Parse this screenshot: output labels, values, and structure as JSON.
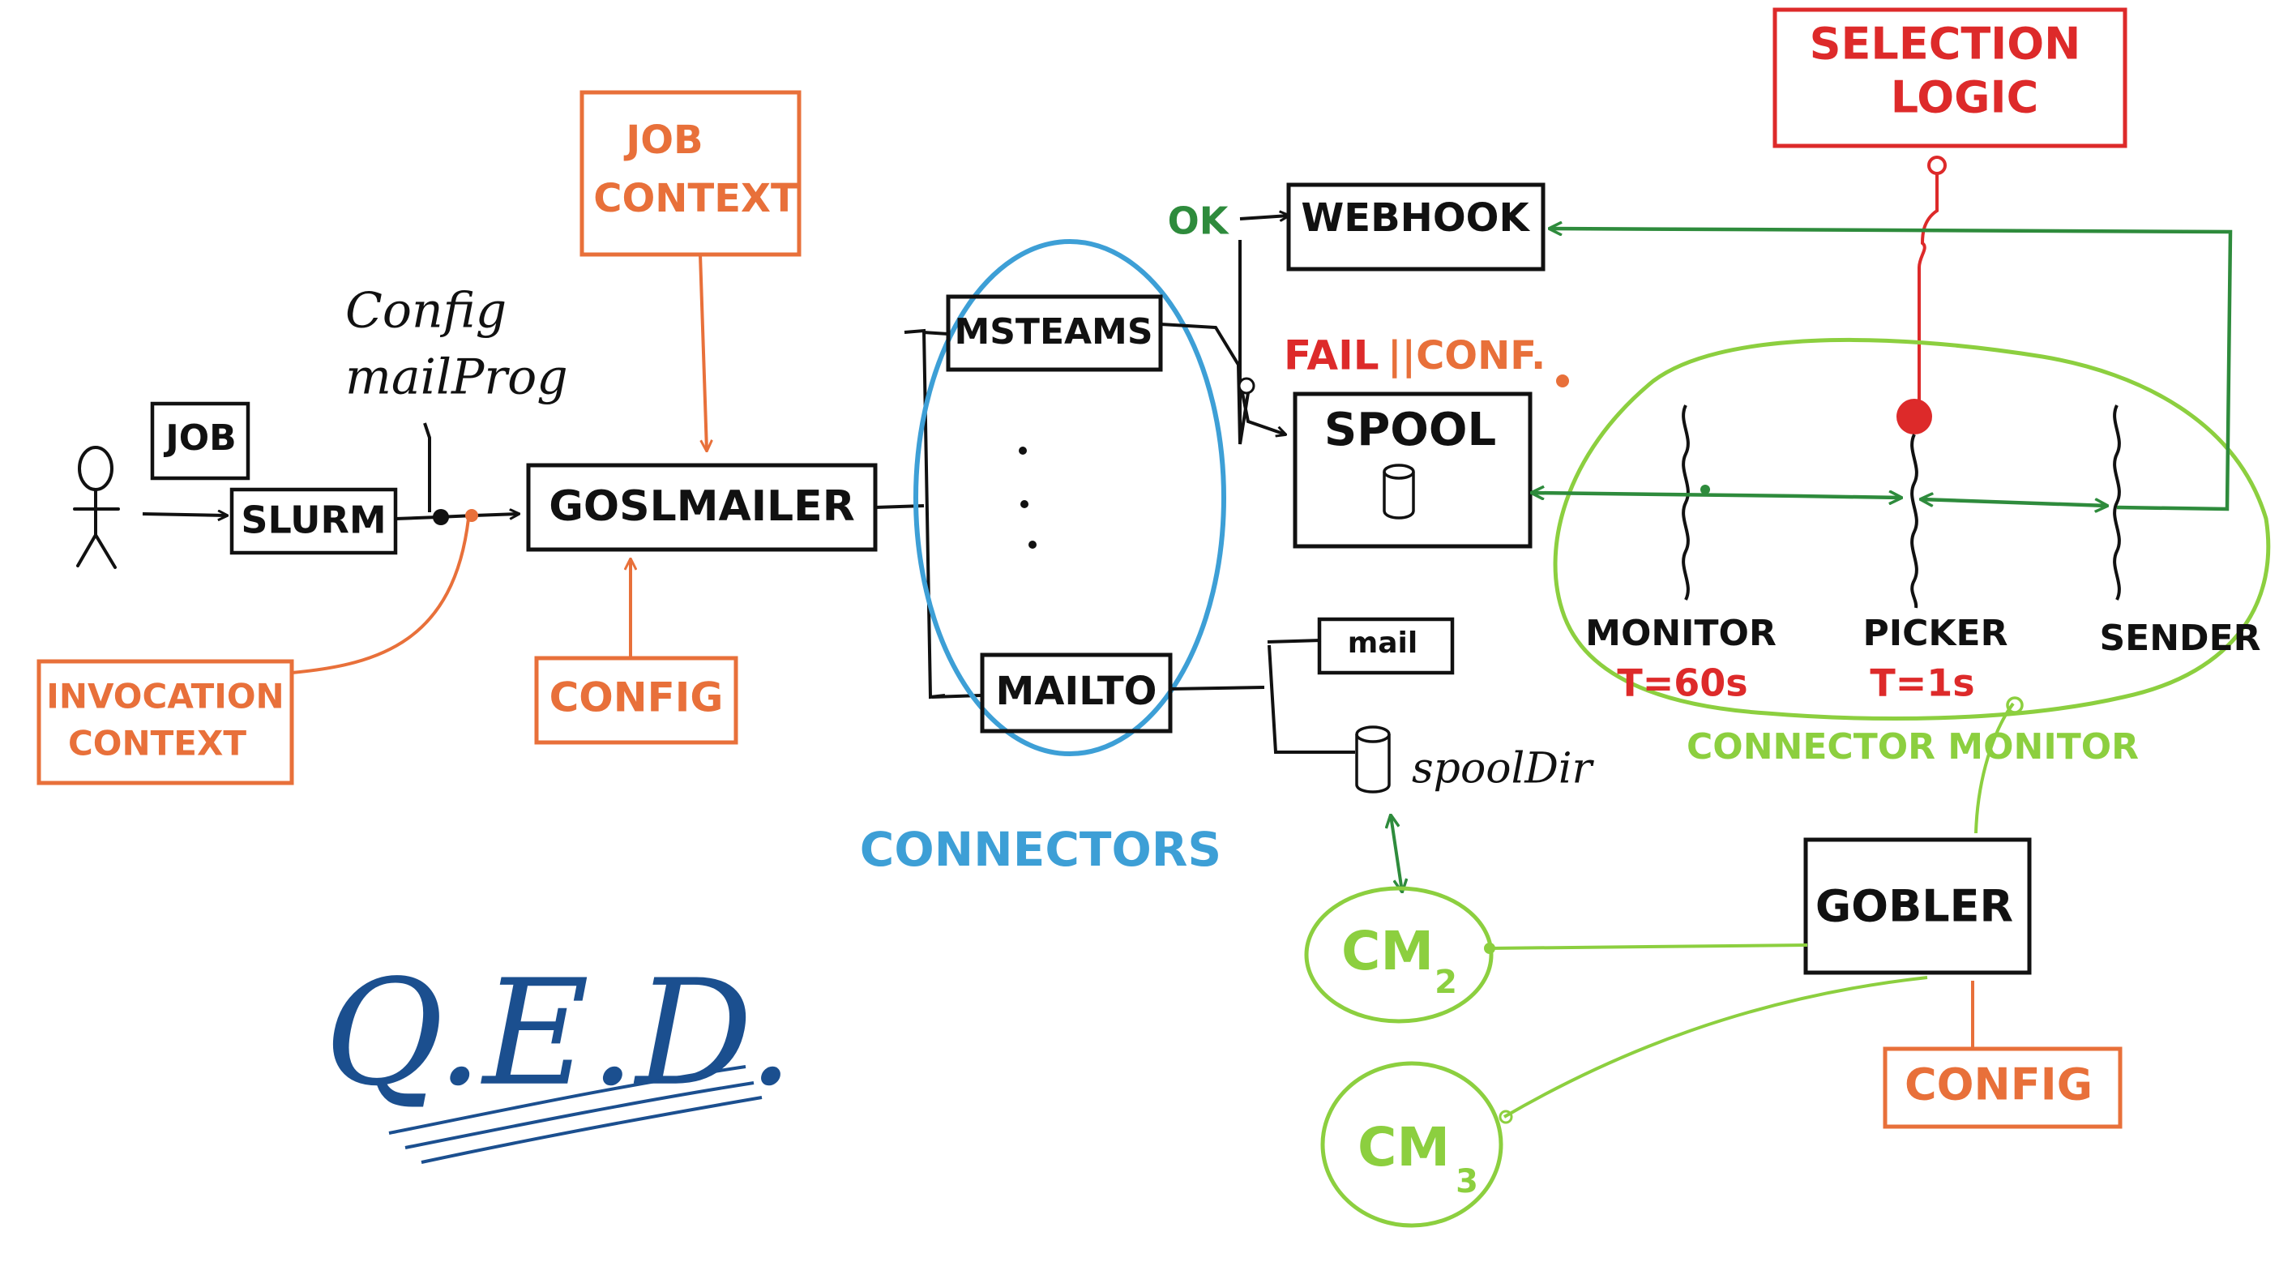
{
  "colors": {
    "black": "#111111",
    "orange": "#e8703a",
    "red": "#dd2a2a",
    "blue": "#3d9fd6",
    "dark_green": "#2e8b3c",
    "light_green": "#8ccf3f",
    "navy": "#1b4f8f"
  },
  "labels": {
    "job": "JOB",
    "slurm": "SLURM",
    "gosl_mailer": "GOSLMAILER",
    "config_mailprog_line1": "Config",
    "config_mailprog_line2": "mailProg",
    "job_context_line1": "JOB",
    "job_context_line2": "CONTEXT",
    "config_goslmailer": "CONFIG",
    "invocation_context_line1": "INVOCATION",
    "invocation_context_line2": "CONTEXT",
    "msteams": "MSTEAMS",
    "mailto": "MAILTO",
    "connectors": "CONNECTORS",
    "ok": "OK",
    "webhook": "WEBHOOK",
    "fail": "FAIL",
    "conf": "||CONF.",
    "spool": "SPOOL",
    "mail": "mail",
    "spool_dir": "spoolDir",
    "selection_logic_line1": "SELECTION",
    "selection_logic_line2": "LOGIC",
    "monitor": "MONITOR",
    "monitor_t": "T=60s",
    "picker": "PICKER",
    "picker_t": "T=1s",
    "sender": "SENDER",
    "connector_monitor": "CONNECTOR MONITOR",
    "gobler": "GOBLER",
    "config_gobler": "CONFIG",
    "cm2": "CM",
    "cm2_sub": "2",
    "cm3": "CM",
    "cm3_sub": "3",
    "qed": "Q.E.D."
  },
  "icons": {
    "user": "stick-figure-icon",
    "spool_db": "database-icon",
    "spooldir_db": "database-icon"
  }
}
